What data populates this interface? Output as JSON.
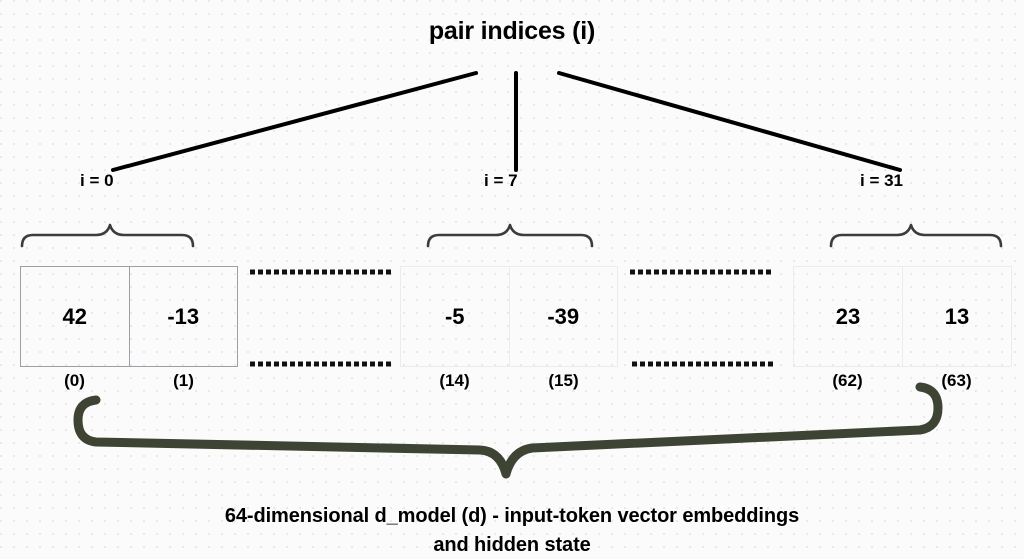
{
  "title": "pair indices (i)",
  "pointers": [
    {
      "label": "i = 0",
      "name": "index-label-0"
    },
    {
      "label": "i = 7",
      "name": "index-label-7"
    },
    {
      "label": "i = 31",
      "name": "index-label-31"
    }
  ],
  "pairs": [
    {
      "index_label": "i = 0",
      "cells": [
        {
          "value": "42",
          "position": "(0)"
        },
        {
          "value": "-13",
          "position": "(1)"
        }
      ]
    },
    {
      "index_label": "i = 7",
      "cells": [
        {
          "value": "-5",
          "position": "(14)"
        },
        {
          "value": "-39",
          "position": "(15)"
        }
      ]
    },
    {
      "index_label": "i = 31",
      "cells": [
        {
          "value": "23",
          "position": "(62)"
        },
        {
          "value": "13",
          "position": "(63)"
        }
      ]
    }
  ],
  "ellipsis_groups": [
    {
      "name": "ellipsis-left",
      "marks": "------------------------"
    },
    {
      "name": "ellipsis-right",
      "marks": "------------------------"
    }
  ],
  "caption": {
    "line1": "64-dimensional d_model (d) - input-token vector embeddings",
    "line2": "and hidden state"
  },
  "colors": {
    "background": "#fbfbfb",
    "text": "#000000",
    "strong_border": "#9aa0a6",
    "faint_border": "#ececec",
    "pointer_line": "#000000",
    "top_brace": "#3c3c3c",
    "bottom_brace": "#3e4434"
  }
}
